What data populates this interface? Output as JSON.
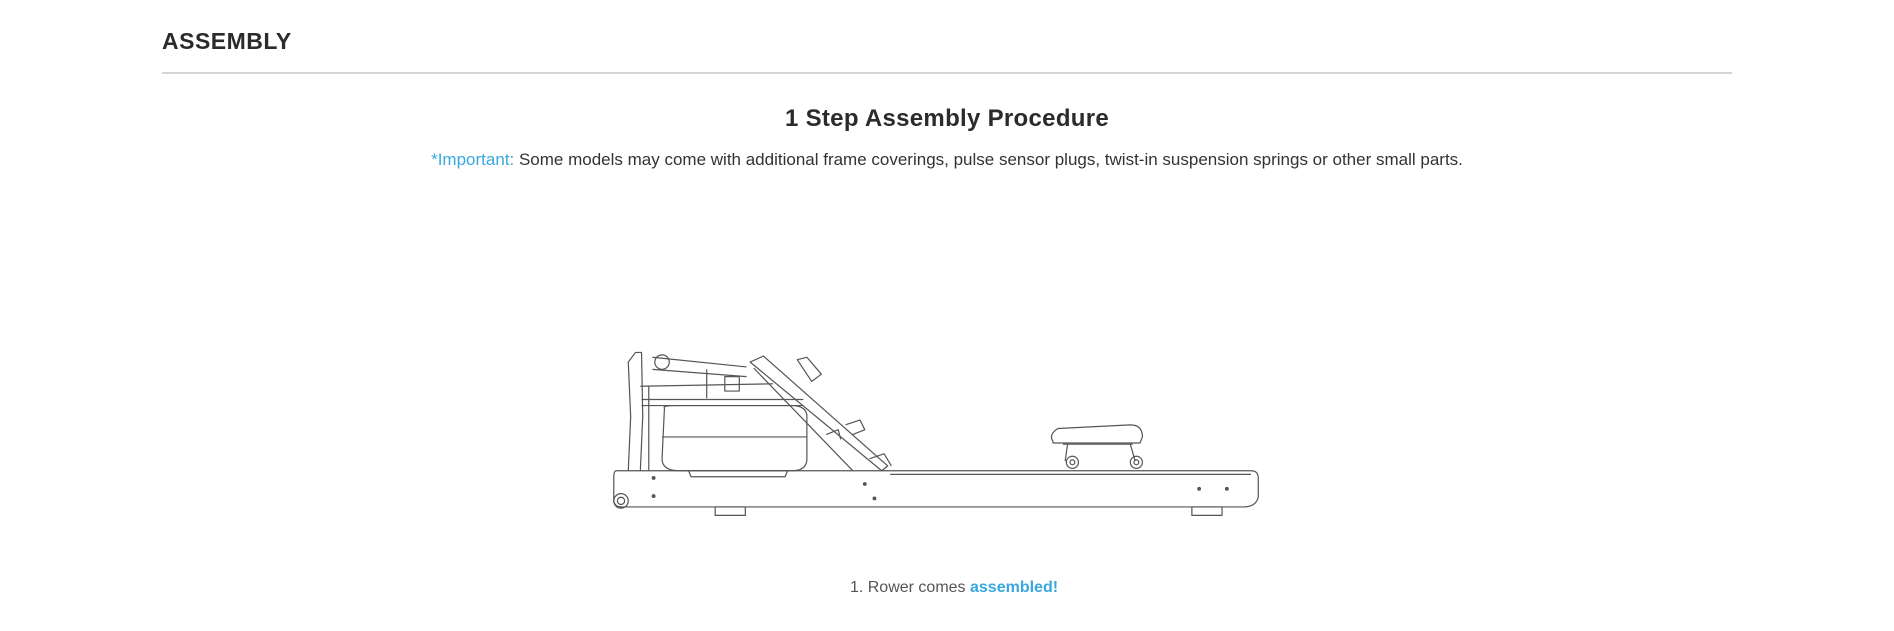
{
  "section": {
    "title": "ASSEMBLY"
  },
  "procedure": {
    "title": "1 Step Assembly Procedure",
    "note_label": "*Important:",
    "note_text": " Some models may come with additional frame coverings, pulse sensor plugs, twist-in suspension springs or other small parts."
  },
  "steps": [
    {
      "prefix": "1. Rower comes ",
      "highlight": "assembled!"
    }
  ],
  "colors": {
    "accent": "#3aa8e0",
    "text": "#333333",
    "divider": "#d4d4d4"
  }
}
